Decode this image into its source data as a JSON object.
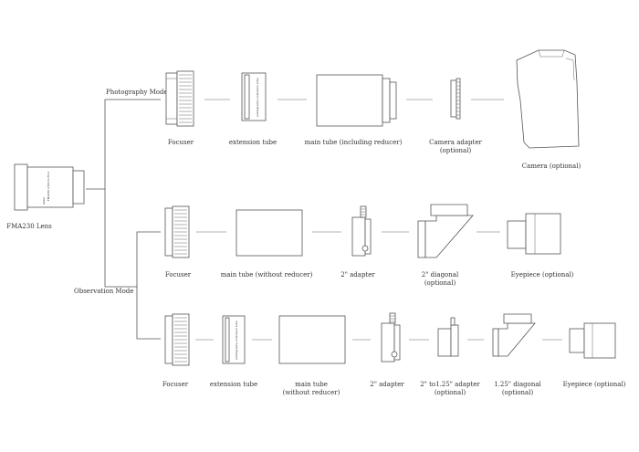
{
  "modes": {
    "photography": "Photography Mode",
    "observation": "Observation Mode"
  },
  "lens": {
    "label": "FMA230 Lens",
    "brand_text": "Askar",
    "model_text": "FMA230 230mm F4.6"
  },
  "photography_row": {
    "focuser": "Focuser",
    "extension_tube": "extension tube",
    "extension_tube_print": "photography extension tube",
    "main_tube": "main tube (including reducer)",
    "camera_adapter": "Camera adapter",
    "camera_adapter_note": "(optional)",
    "camera": "Camera (optional)"
  },
  "observation_row1": {
    "focuser": "Focuser",
    "main_tube": "main tube (without reducer)",
    "adapter_2": "2\" adapter",
    "diagonal_2": "2\" diagonal",
    "diagonal_2_note": "(optional)",
    "eyepiece": "Eyepiece (optional)"
  },
  "observation_row2": {
    "focuser": "Focuser",
    "extension_tube": "extension tube",
    "extension_tube_print": "photography extension tube",
    "main_tube": "main tube",
    "main_tube_note": "(without reducer)",
    "adapter_2": "2\" adapter",
    "adapter_2_to_125": "2\" to1.25\" adapter",
    "adapter_2_to_125_note": "(optional)",
    "diagonal_125": "1.25\" diagonal",
    "diagonal_125_note": "(optional)",
    "eyepiece": "Eyepiece (optional)"
  }
}
